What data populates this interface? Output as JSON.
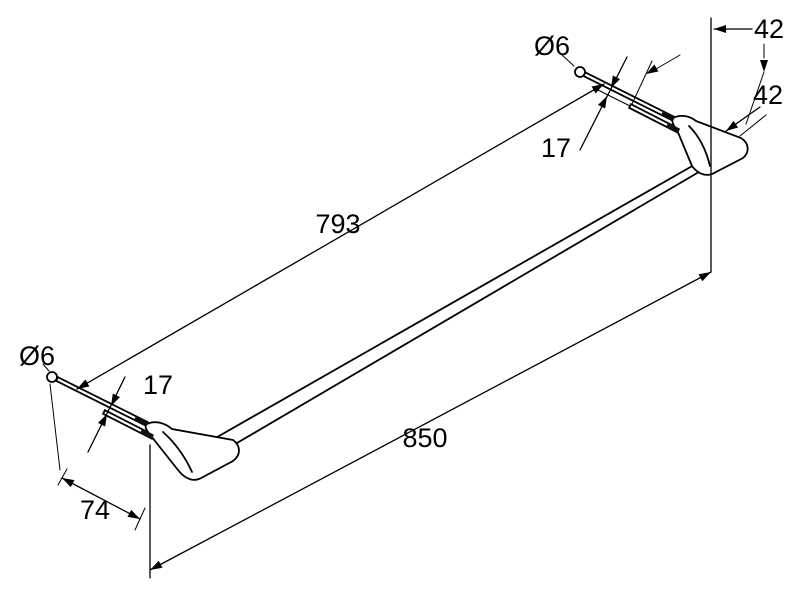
{
  "page": {
    "background": "#ffffff",
    "line_color": "#000000"
  },
  "drawing": {
    "title": "towel-bar-technical-drawing",
    "labels": {
      "dia_top": "Ø6",
      "len_42_top": "42",
      "len_42_side": "42",
      "spacing_17_top": "17",
      "len_793": "793",
      "dia_bottom": "Ø6",
      "spacing_17_bottom": "17",
      "len_850": "850",
      "depth_74": "74"
    }
  }
}
